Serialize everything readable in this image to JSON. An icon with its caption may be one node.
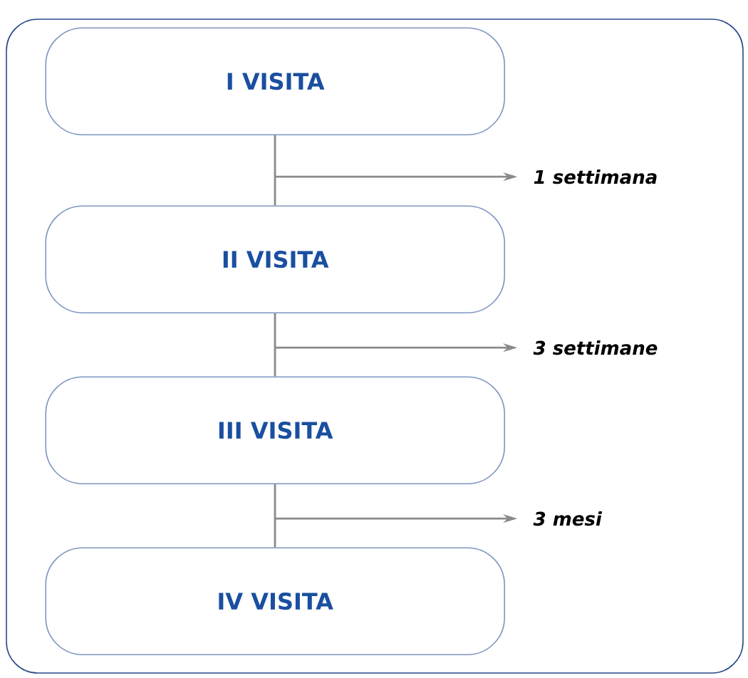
{
  "diagram": {
    "nodes": [
      {
        "text": [],
        "shape": "box"
      },
      {
        "text": [
          "I VISITA"
        ],
        "in": 0
      },
      {
        "text": [
          "II VISITA"
        ],
        "in": 0
      },
      {
        "text": [
          "III VISITA"
        ],
        "in": 0
      },
      {
        "text": [
          "IV VISITA"
        ],
        "in": 0
      },
      {
        "text": [
          "1 settimana"
        ],
        "in": 0
      },
      {
        "text": [
          "3 settimane"
        ],
        "in": 0
      },
      {
        "text": [
          "3 mesi"
        ],
        "in": 0
      }
    ],
    "edges": [
      {
        "from": 1,
        "to": 2,
        "arrow": "none"
      },
      {
        "from": 2,
        "to": 3,
        "arrow": "none"
      },
      {
        "from": 3,
        "to": 4,
        "arrow": "none"
      },
      {
        "from": null,
        "to": 5,
        "arrow": "to"
      },
      {
        "from": null,
        "to": 6,
        "arrow": "to"
      },
      {
        "from": null,
        "to": 7,
        "arrow": "to"
      }
    ]
  }
}
